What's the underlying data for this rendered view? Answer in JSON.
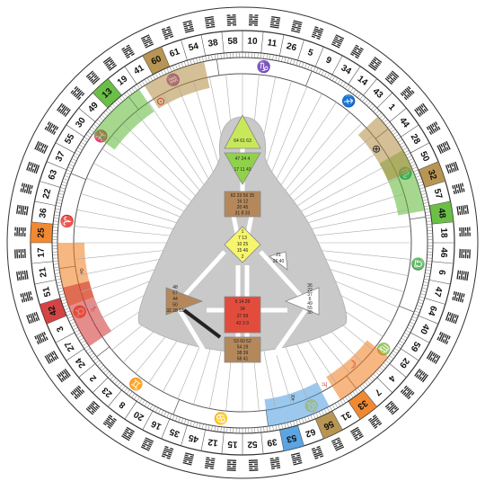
{
  "wheel": {
    "gates": [
      "10",
      "11",
      "26",
      "5",
      "9",
      "34",
      "14",
      "43",
      "1",
      "44",
      "28",
      "50",
      "32",
      "57",
      "48",
      "18",
      "46",
      "6",
      "47",
      "64",
      "40",
      "59",
      "29",
      "4",
      "7",
      "33",
      "31",
      "56",
      "62",
      "53",
      "39",
      "52",
      "15",
      "12",
      "45",
      "35",
      "16",
      "20",
      "8",
      "23",
      "2",
      "24",
      "27",
      "3",
      "42",
      "51",
      "21",
      "17",
      "25",
      "36",
      "22",
      "63",
      "37",
      "55",
      "30",
      "49",
      "13",
      "19",
      "41",
      "60",
      "61",
      "54",
      "38",
      "58"
    ],
    "zodiac": [
      {
        "name": "capricorn",
        "glyph": "♑"
      },
      {
        "name": "sagittarius",
        "glyph": "♐"
      },
      {
        "name": "scorpio",
        "glyph": "♏"
      },
      {
        "name": "libra",
        "glyph": "♎"
      },
      {
        "name": "virgo",
        "glyph": "♍"
      },
      {
        "name": "leo",
        "glyph": "♌"
      },
      {
        "name": "cancer",
        "glyph": "♋"
      },
      {
        "name": "gemini",
        "glyph": "♊"
      },
      {
        "name": "taurus",
        "glyph": "♉"
      },
      {
        "name": "aries",
        "glyph": "♈"
      },
      {
        "name": "pisces",
        "glyph": "♓"
      },
      {
        "name": "aquarius",
        "glyph": "♒"
      }
    ],
    "planets": [
      {
        "name": "sun",
        "glyph": "⊙"
      },
      {
        "name": "earth",
        "glyph": "⊕"
      },
      {
        "name": "moon",
        "glyph": "☽"
      },
      {
        "name": "mercury",
        "glyph": "☿"
      },
      {
        "name": "venus",
        "glyph": "♀"
      },
      {
        "name": "mars",
        "glyph": "♂"
      },
      {
        "name": "jupiter",
        "glyph": "♃"
      },
      {
        "name": "saturn",
        "glyph": "♄"
      },
      {
        "name": "uranus",
        "glyph": "♅"
      },
      {
        "name": "neptune",
        "glyph": "♆"
      },
      {
        "name": "pluto",
        "glyph": "♇"
      }
    ],
    "highlights": [
      {
        "gate": "60",
        "color": "#b08a40"
      },
      {
        "gate": "13",
        "color": "#5bb832"
      },
      {
        "gate": "32",
        "color": "#b08a40"
      },
      {
        "gate": "48",
        "color": "#5bb832"
      },
      {
        "gate": "33",
        "color": "#f07c1c"
      },
      {
        "gate": "56",
        "color": "#b08a40"
      },
      {
        "gate": "53",
        "color": "#4a9adf"
      },
      {
        "gate": "42",
        "color": "#d03030"
      },
      {
        "gate": "25",
        "color": "#f07c1c"
      }
    ]
  },
  "bodygraph": {
    "head": "64 61 63",
    "ajna": "47 24 4",
    "ajna_low": "17 11 43",
    "throat_rows": [
      "62 23 56 35",
      "16 12",
      "20 45",
      "31 8 33"
    ],
    "g_gates": [
      "1",
      "7 13",
      "10 25",
      "15 46",
      "2"
    ],
    "ego": [
      "21",
      "26 40"
    ],
    "spleen_gates": [
      "48",
      "57",
      "44",
      "50",
      "32 28 18"
    ],
    "sacral_rows": [
      "5 14 29",
      "34",
      "27 59",
      "42 3 9"
    ],
    "solar_gates": [
      "36",
      "22",
      "37",
      "6",
      "49",
      "55",
      "30"
    ],
    "root_rows": [
      "53 60 52",
      "54 19",
      "38 39",
      "58 41"
    ]
  }
}
